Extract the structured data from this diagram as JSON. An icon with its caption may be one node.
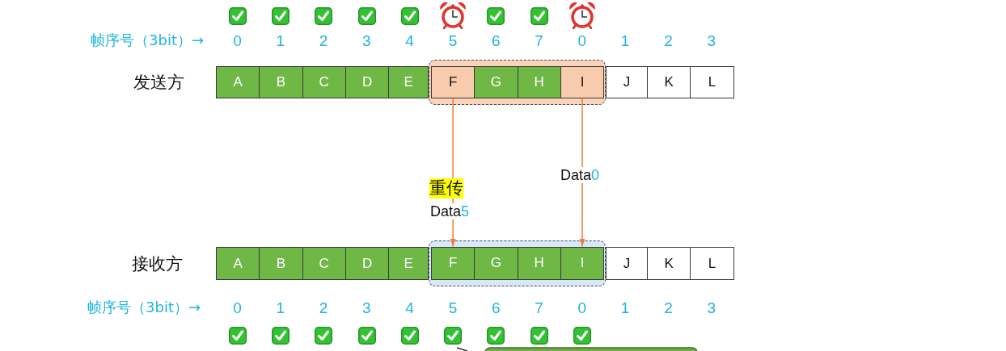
{
  "diagram": {
    "nodes": [
      {
        "text": [
          "A"
        ]
      },
      {
        "text": [
          "B"
        ]
      },
      {
        "text": [
          "C"
        ]
      },
      {
        "text": [
          "D"
        ]
      },
      {
        "text": [
          "E"
        ]
      },
      {
        "text": [],
        "shape": "box"
      },
      {
        "text": [
          "F"
        ],
        "in": 5
      },
      {
        "text": [
          "G"
        ],
        "in": 5
      },
      {
        "text": [
          "H"
        ],
        "in": 5
      },
      {
        "text": [
          "I"
        ],
        "in": 5
      },
      {
        "text": [
          "J"
        ]
      },
      {
        "text": [
          "K"
        ]
      },
      {
        "text": [
          "L"
        ]
      },
      {
        "text": [
          "A"
        ]
      },
      {
        "text": [
          "B"
        ]
      },
      {
        "text": [
          "C"
        ]
      },
      {
        "text": [
          "D"
        ]
      },
      {
        "text": [
          "E"
        ]
      },
      {
        "text": [],
        "shape": "box"
      },
      {
        "text": [
          "F"
        ],
        "in": 18
      },
      {
        "text": [
          "G"
        ],
        "in": 18
      },
      {
        "text": [
          "H"
        ],
        "in": 18
      },
      {
        "text": [
          "I"
        ],
        "in": 18
      },
      {
        "text": [
          "J"
        ]
      },
      {
        "text": [
          "K"
        ]
      },
      {
        "text": [
          "L"
        ]
      }
    ],
    "edges": [
      {
        "from": 6,
        "to": 19,
        "arrow": "to",
        "label": "Data5"
      },
      {
        "from": 9,
        "to": 22,
        "arrow": "to",
        "label": "Data0"
      }
    ],
    "labels": [
      "帧序号（3bit）→",
      "0",
      "1",
      "2",
      "3",
      "4",
      "5",
      "6",
      "7",
      "0",
      "1",
      "2",
      "3",
      "发送方",
      "重传",
      "接收方",
      "帧序号（3bit）→",
      "0",
      "1",
      "2",
      "3",
      "4",
      "5",
      "6",
      "7",
      "0",
      "1",
      "2",
      "3"
    ]
  }
}
